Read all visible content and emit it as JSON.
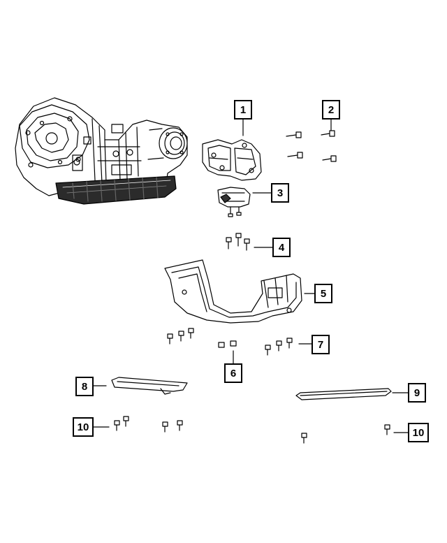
{
  "callouts": [
    {
      "id": "1",
      "label": "1"
    },
    {
      "id": "2",
      "label": "2"
    },
    {
      "id": "3",
      "label": "3"
    },
    {
      "id": "4",
      "label": "4"
    },
    {
      "id": "5",
      "label": "5"
    },
    {
      "id": "6",
      "label": "6"
    },
    {
      "id": "7",
      "label": "7"
    },
    {
      "id": "8",
      "label": "8"
    },
    {
      "id": "9",
      "label": "9"
    },
    {
      "id": "10a",
      "label": "10"
    },
    {
      "id": "10b",
      "label": "10"
    }
  ],
  "colors": {
    "line": "#000000",
    "fill": "#ffffff",
    "shade": "#333333"
  }
}
